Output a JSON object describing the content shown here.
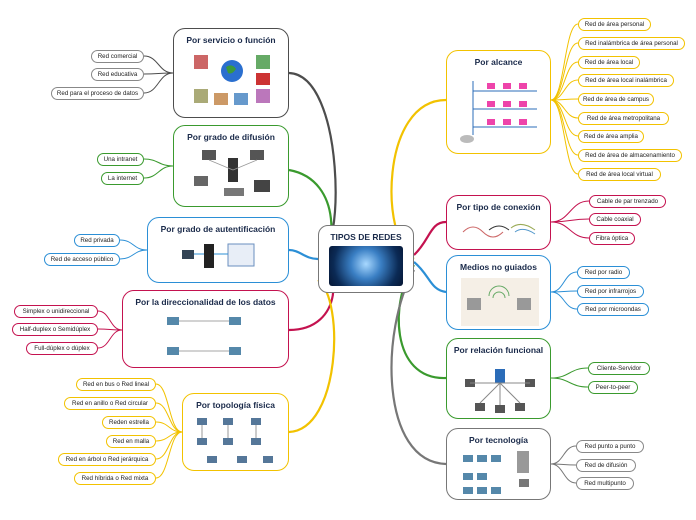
{
  "central": {
    "title": "TIPOS DE REDES"
  },
  "colors": {
    "servicio": "#4d4d4d",
    "difusion": "#3a9a2e",
    "autentificacion": "#2b8fd6",
    "direccionalidad": "#c4124f",
    "topologia": "#f2c200",
    "alcance": "#f2c200",
    "conexion": "#c4124f",
    "medios": "#2b8fd6",
    "relacion": "#3a9a2e",
    "tecnologia": "#777777"
  },
  "branches": {
    "servicio": {
      "title": "Por servicio o función",
      "items": [
        "Red comercial",
        "Red educativa",
        "Red para el proceso de datos"
      ]
    },
    "difusion": {
      "title": "Por grado de difusión",
      "items": [
        "Una intranet",
        "La internet"
      ]
    },
    "autentificacion": {
      "title": "Por grado de autentificación",
      "items": [
        "Red privada",
        "Red de acceso público"
      ]
    },
    "direccionalidad": {
      "title": "Por la direccionalidad de los datos",
      "items": [
        "Simplex o unidireccional",
        "Half-duplex o Semidúplex",
        "Full-dúplex o dúplex"
      ]
    },
    "topologia": {
      "title": "Por topología física",
      "items": [
        "Red en bus o Red lineal",
        "Red en anillo o Red circular",
        "Reden estrella",
        "Red en malla",
        "Red en árbol o Red jerárquica",
        "Red híbrida o Red mixta"
      ]
    },
    "alcance": {
      "title": "Por alcance",
      "items": [
        "Red de área personal",
        "Red inalámbrica de área personal",
        "Red de área local",
        "Red de área local inalámbrica",
        "Red de área de campus",
        "Red de área metropolitana",
        "Red de área amplia",
        "Red de área de almacenamiento",
        "Red de área local virtual"
      ]
    },
    "conexion": {
      "title": "Por tipo de conexión",
      "items": [
        "Cable de par trenzado",
        "Cable coaxial",
        "Fibra óptica"
      ]
    },
    "medios": {
      "title": "Medios no guiados",
      "items": [
        "Red por radio",
        "Red por infrarrojos",
        "Red por microondas"
      ]
    },
    "relacion": {
      "title": "Por relación funcional",
      "items": [
        "Cliente-Servidor",
        "Peer-to-peer"
      ]
    },
    "tecnologia": {
      "title": "Por tecnología",
      "items": [
        "Red punto a punto",
        "Red de difusión",
        "Red multipunto"
      ]
    }
  }
}
